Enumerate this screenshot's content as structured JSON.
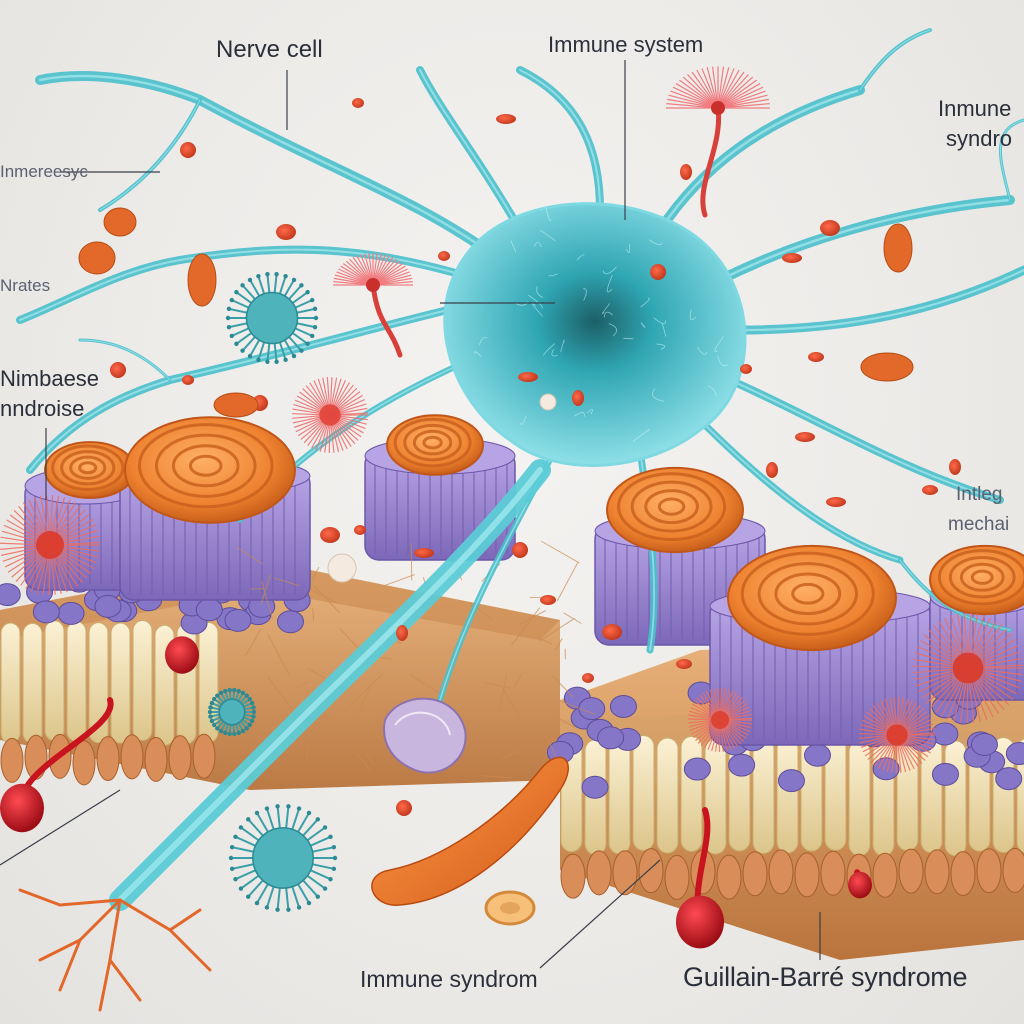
{
  "labels": {
    "nerve_cell": "Nerve cell",
    "immune_system": "Immune system",
    "immune_syndrome_top_line1": "Inmune",
    "immune_syndrome_top_line2": "syndro",
    "left_garbled": "Inmereesyc",
    "left_short": "Nrates",
    "left_block_line1": "Nimbaese",
    "left_block_line2": "nndroise",
    "right_line1": "Intleg",
    "right_line2": "mechai",
    "bottom_left": "Immune syndrom",
    "bottom_right": "Guillain-Barré syndrome"
  },
  "colors": {
    "background": "#eceae7",
    "neuron": "#3fb7c4",
    "neuron_dark": "#1f8f9c",
    "myelin_orange": "#f08a34",
    "membrane_purple": "#9a86cf",
    "tissue_cream": "#efe0b6",
    "tissue_tan": "#d9a870",
    "immune_red": "#e0523f",
    "blood_red": "#c8141e",
    "virus_teal": "#3a9fa8",
    "label_text": "#2a2f3a"
  }
}
